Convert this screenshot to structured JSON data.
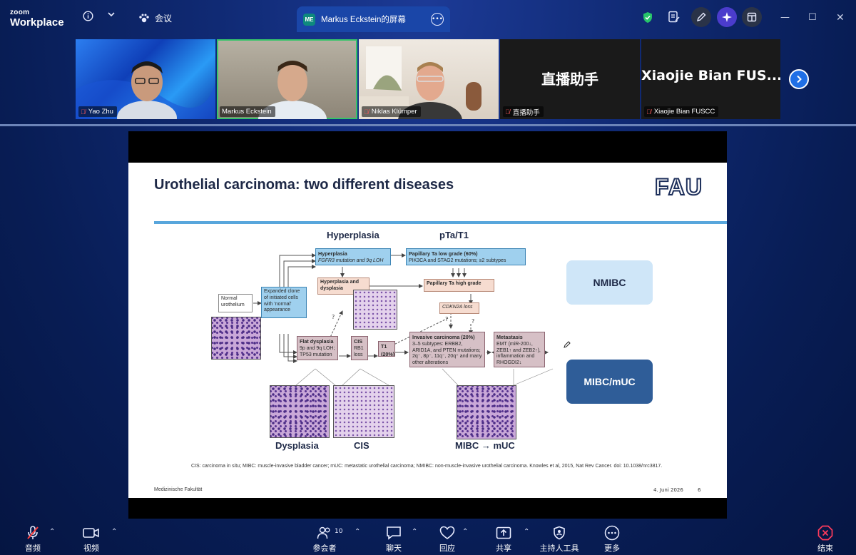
{
  "app": {
    "logo_line1": "zoom",
    "logo_line2": "Workplace"
  },
  "topbar": {
    "meeting_label": "会议",
    "share_tab": {
      "avatar": "ME",
      "title": "Markus Eckstein的屏幕"
    },
    "icons": [
      "info-icon",
      "chevron-down-icon",
      "meeting-icon",
      "shield-icon",
      "notes-icon",
      "annotate-icon",
      "ai-companion-icon",
      "apps-icon",
      "minimize-icon",
      "maximize-icon",
      "close-icon"
    ]
  },
  "participants": [
    {
      "name": "Yao Zhu",
      "muted": true
    },
    {
      "name": "Markus Eckstein",
      "muted": false,
      "active": true
    },
    {
      "name": "Niklas Klümper",
      "muted": true
    },
    {
      "name": "直播助手",
      "muted": true,
      "display": "直播助手"
    },
    {
      "name": "Xiaojie Bian FUSCC",
      "muted": true,
      "display": "Xiaojie Bian FUS..."
    }
  ],
  "slide": {
    "title": "Urothelial carcinoma: two different diseases",
    "logo": "FAU",
    "headers": {
      "hyperplasia": "Hyperplasia",
      "pta": "pTa/T1"
    },
    "boxes": {
      "normal": "Normal urothelium",
      "expanded": "Expanded clone of initiated cells with 'normal' appearance",
      "hyperplasia_title": "Hyperplasia",
      "hyperplasia_sub": "FGFR3 mutation and 9q LOH",
      "papillary_low_title": "Papillary Ta low grade (60%)",
      "papillary_low_sub": "PIK3CA and STAG2 mutations; ≥2 subtypes",
      "hyp_dysplasia": "Hyperplasia and dysplasia",
      "papillary_high": "Papillary Ta high grade",
      "cdkn2a": "CDKN2A loss",
      "flat_title": "Flat dysplasia",
      "flat_sub": "9p and 9q LOH; TP53 mutation",
      "cis_title": "CIS",
      "cis_sub": "RB1 loss",
      "t1_title": "T1",
      "t1_sub": "(20%)",
      "invasive_title": "Invasive carcinoma (20%)",
      "invasive_sub": "3–5 subtypes: ERBB2, ARID1A, and PTEN mutations; 2q⁻, 8p⁻, 11q⁻, 20q⁺ and many other alterations",
      "metastasis_title": "Metastasis",
      "metastasis_sub": "EMT (miR-200↓, ZEB1↑ and ZEB2↑), inflammation and RHOGDI2↓",
      "q1": "?",
      "q2": "?",
      "q3": "?"
    },
    "captions": {
      "dysplasia": "Dysplasia",
      "cis": "CIS",
      "mibc": "MIBC → mUC"
    },
    "tags": {
      "nmibc": {
        "label": "NMIBC",
        "bg": "#cfe6f8",
        "fg": "#1d2846"
      },
      "mibc": {
        "label": "MIBC/mUC",
        "bg": "#2f5d98",
        "fg": "#ffffff"
      }
    },
    "footnote": "CIS: carcinoma in situ; MIBC: muscle-invasive bladder cancer; mUC: metastatic urothelial carcinoma; NMIBC: non-muscle-invasive urothelial carcinoma. Knowles et al, 2015, Nat Rev Cancer. doi: 10.1038/nrc3817.",
    "footer_left": "Medizinische Fakultät",
    "footer_date": "4. Juni 2026",
    "page": "6"
  },
  "toolbar": {
    "audio": "音频",
    "video": "视频",
    "participants": "参会者",
    "participants_count": "10",
    "chat": "聊天",
    "react": "回应",
    "share": "共享",
    "host_tools": "主持人工具",
    "more": "更多",
    "end": "结束"
  },
  "colors": {
    "accent": "#1f6fe6",
    "active_border": "#37c46a",
    "end": "#ff3b5c",
    "bg": "#0b2366"
  }
}
